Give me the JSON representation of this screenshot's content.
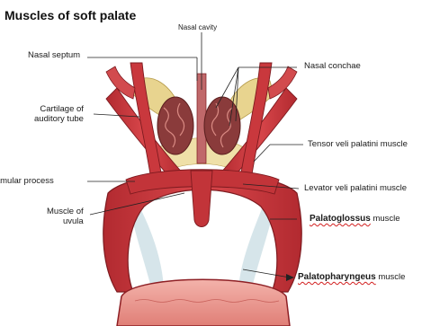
{
  "title": "Muscles of soft palate",
  "labels": {
    "nasal_cavity": "Nasal cavity",
    "nasal_septum": "Nasal septum",
    "nasal_conchae": "Nasal conchae",
    "cartilage_line1": "Cartilage of",
    "cartilage_line2": "auditory tube",
    "tensor": "Tensor veli palatini muscle",
    "hamular": "Hamular process",
    "levator": "Levator veli palatini muscle",
    "uvula_line1": "Muscle of",
    "uvula_line2": "uvula",
    "palatoglossus_name": "Palatoglossus",
    "palatoglossus_suffix": " muscle",
    "palatopharyngeus_name": "Palatopharyngeus",
    "palatopharyngeus_suffix": " muscle"
  },
  "colors": {
    "muscle": "#c9383d",
    "muscle_dark": "#8e1f24",
    "muscle_light": "#e58a87",
    "cartilage": "#e7d38c",
    "concha": "#8a3b3b",
    "tongue": "#e8968f",
    "pale": "#cfe0e6",
    "squiggle": "#d21f1f"
  },
  "icons": []
}
